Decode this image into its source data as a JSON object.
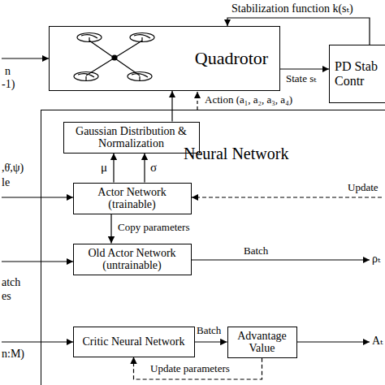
{
  "diagram": {
    "nodes": [
      {
        "text": [
          "Quadrotor"
        ]
      },
      {
        "text": [
          "PD Stab Contr"
        ]
      },
      {
        "text": [
          "Neural Network"
        ]
      },
      {
        "text": [
          "Gaussian Distribution & Normalization"
        ],
        "in": 2
      },
      {
        "text": [
          "Actor Network (trainable)"
        ],
        "in": 2
      },
      {
        "text": [
          "Old Actor Network (untrainable)"
        ],
        "in": 2
      },
      {
        "text": [
          "Critic Neural Network"
        ],
        "in": 2
      },
      {
        "text": [
          "Advantage Value"
        ],
        "in": 2
      }
    ],
    "edges": [
      {
        "from": 0,
        "to": 1,
        "label": "State sₜ",
        "arrow": "to"
      },
      {
        "from": 1,
        "to": 0,
        "label": "Stabilization function k(sₜ)",
        "arrow": "to"
      },
      {
        "from": 3,
        "to": 0,
        "label": "Action (a₁, a₂, a₃, a₄)",
        "arrow": "to"
      },
      {
        "from": 4,
        "to": 3,
        "label": "μ",
        "arrow": "to"
      },
      {
        "from": 4,
        "to": 3,
        "label": "σ",
        "arrow": "to"
      },
      {
        "from": 4,
        "to": 5,
        "label": "Copy parameters",
        "arrow": "to"
      },
      {
        "from": 6,
        "to": 7,
        "label": "Batch",
        "arrow": "to"
      },
      {
        "from": 7,
        "to": 6,
        "label": "Update parameters",
        "arrow": "to"
      }
    ],
    "labels": [
      "Update",
      "Batch",
      "ρₜ",
      "Aₜ",
      "n",
      "-1)",
      ",θ̇,ψ)",
      "le",
      "atch",
      "es",
      "n:M)"
    ]
  }
}
